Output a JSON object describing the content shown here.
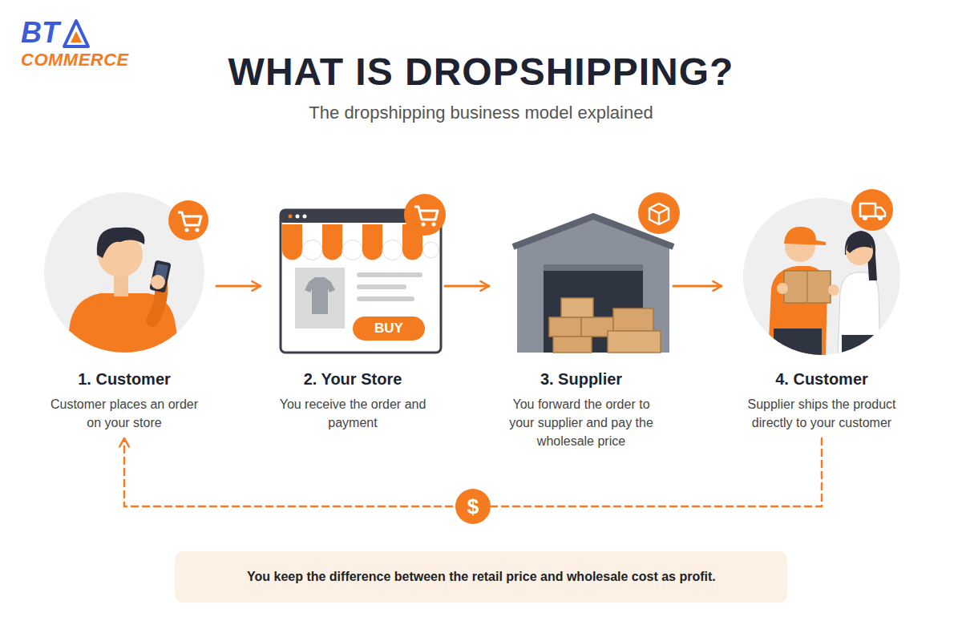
{
  "diagram": {
    "title": "WHAT IS DROPSHIPPING?",
    "nodes": [
      {
        "text": [
          "1. Customer",
          "Customer places an order on your store"
        ]
      },
      {
        "text": [
          "2. Your Store",
          "You receive the order and payment"
        ]
      },
      {
        "text": [
          "3. Supplier",
          "You forward the order to your supplier and pay the wholesale price"
        ]
      },
      {
        "text": [
          "4. Customer",
          "Supplier ships the product directly to your customer"
        ]
      },
      {
        "text": [
          "You keep the difference between the retail price and wholesale cost as profit."
        ]
      }
    ],
    "edges": [
      {
        "from": 0,
        "to": 1,
        "arrow": "to"
      },
      {
        "from": 1,
        "to": 2,
        "arrow": "to"
      },
      {
        "from": 2,
        "to": 3,
        "arrow": "to"
      },
      {
        "from": 3,
        "to": 0,
        "label": "$",
        "arrow": "to"
      }
    ],
    "labels": [
      "BT",
      "COMMERCE",
      "The dropshipping business model explained",
      "BUY"
    ]
  }
}
